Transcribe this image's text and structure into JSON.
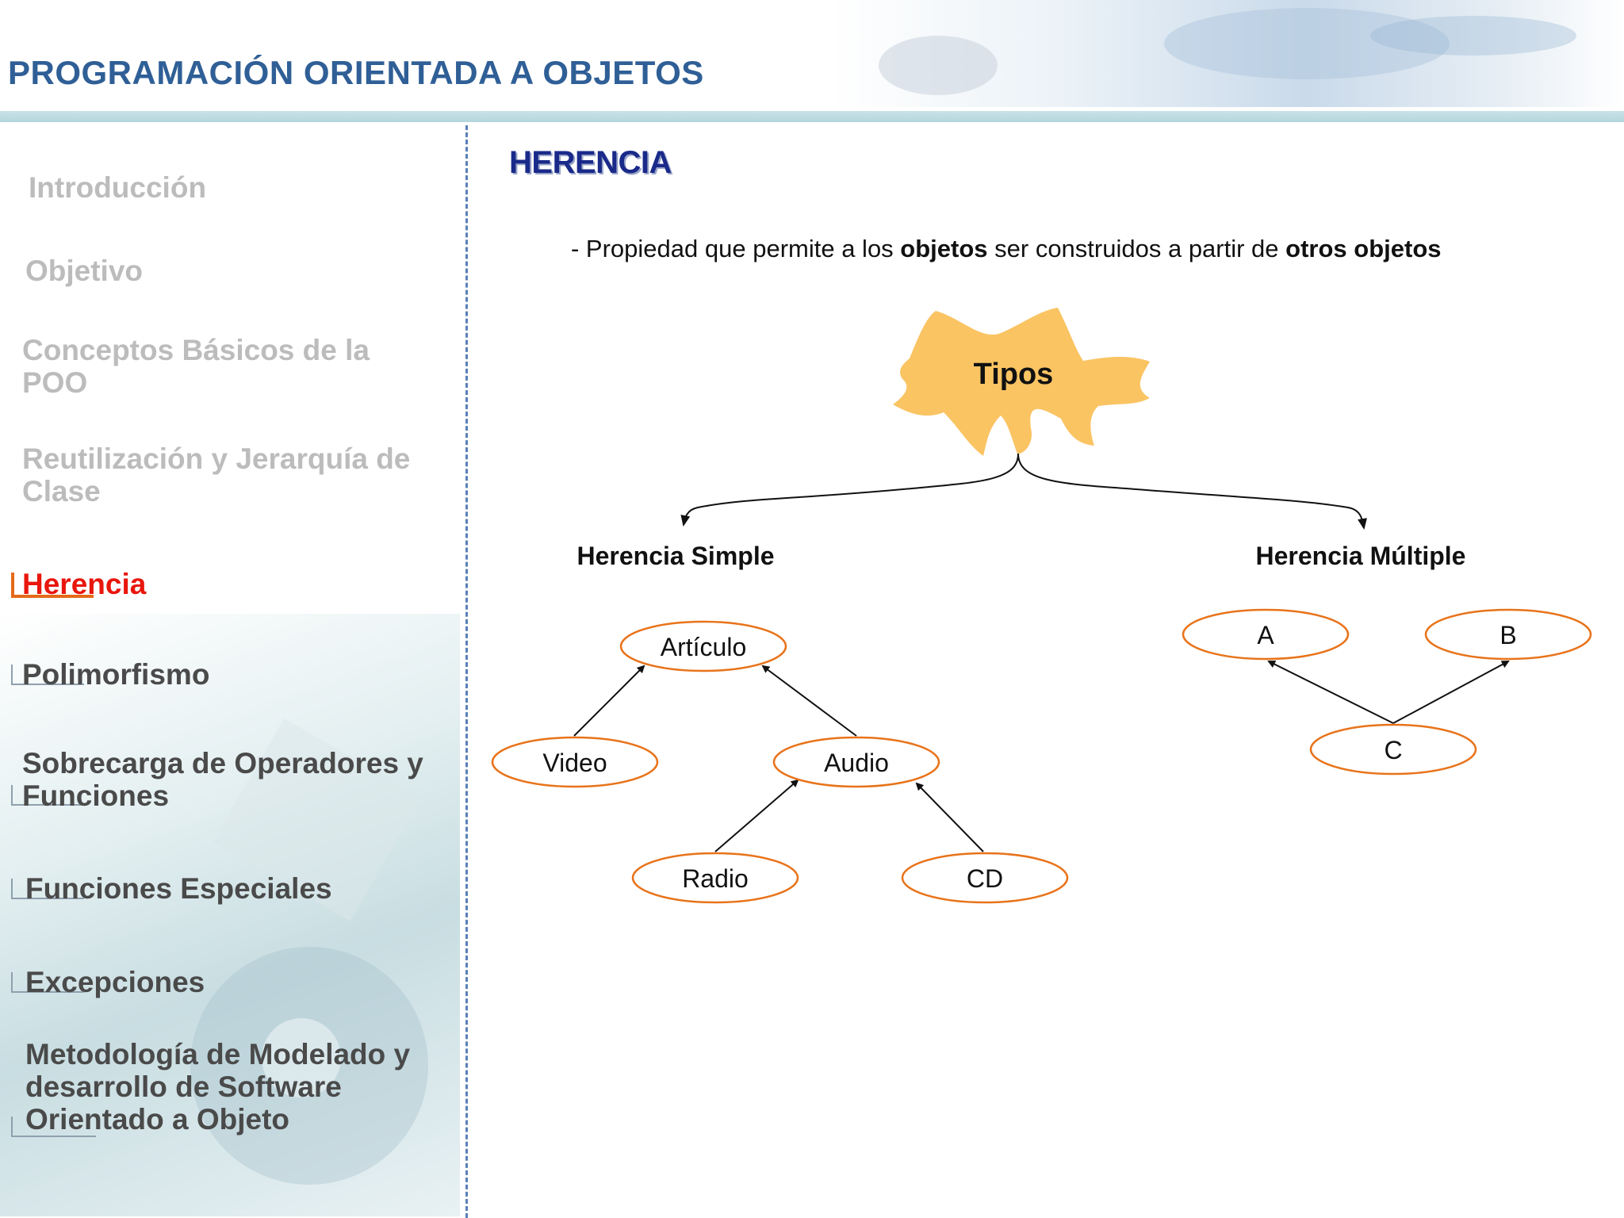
{
  "header": {
    "title": "PROGRAMACIÓN ORIENTADA A OBJETOS"
  },
  "sidebar": {
    "items": [
      {
        "label": "Introducción",
        "state": "dim"
      },
      {
        "label": "Objetivo",
        "state": "dim"
      },
      {
        "label": "Conceptos Básicos de la POO",
        "state": "dim"
      },
      {
        "label": "Reutilización y Jerarquía de Clase",
        "state": "dim"
      },
      {
        "label": "Herencia",
        "state": "active"
      },
      {
        "label": "Polimorfismo",
        "state": "normal"
      },
      {
        "label": "Sobrecarga de Operadores y Funciones",
        "state": "normal"
      },
      {
        "label": "Funciones Especiales",
        "state": "normal"
      },
      {
        "label": "Excepciones",
        "state": "normal"
      },
      {
        "label": "Metodología de Modelado y desarrollo de Software Orientado a Objeto",
        "state": "normal"
      }
    ]
  },
  "main": {
    "section_title": "HERENCIA",
    "description": {
      "part1": "- Propiedad que permite a los ",
      "bold1": "objetos",
      "part2": " ser construidos a partir de ",
      "bold2": "otros objetos"
    },
    "diagram": {
      "root_label": "Tipos",
      "simple": {
        "label": "Herencia Simple",
        "nodes": [
          "Artículo",
          "Video",
          "Audio",
          "Radio",
          "CD"
        ]
      },
      "multiple": {
        "label": "Herencia Múltiple",
        "nodes": [
          "A",
          "B",
          "C"
        ]
      }
    }
  },
  "colors": {
    "title_blue": "#2f5f96",
    "section_navy": "#1a2a8a",
    "active_red": "#e8160c",
    "node_orange": "#e8731a",
    "burst_yellow": "#fac463"
  }
}
